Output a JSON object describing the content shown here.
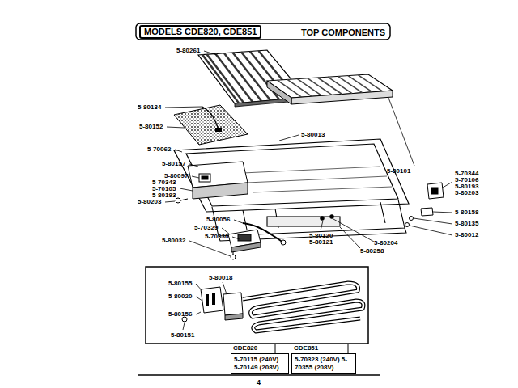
{
  "diagram": {
    "title": "MODELS CDE820, CDE851",
    "nodes": [
      {
        "text": [
          "CDE820",
          "5-70115 (240V) 5-70149 (208V)"
        ]
      },
      {
        "text": [
          "CDE851",
          "5-70323 (240V) 5-70355 (208V)"
        ]
      }
    ],
    "labels": [
      "TOP COMPONENTS",
      "5-80261",
      "5-80134",
      "5-80101",
      "5-80152",
      "5-80013",
      "5-70062",
      "5-80157",
      "5-80097",
      "5-70343",
      "5-70105",
      "5-80193",
      "5-80203",
      "5-70344",
      "5-70106",
      "5-80193",
      "5-80203",
      "5-80158",
      "5-80056",
      "5-80135",
      "5-70329",
      "5-80012",
      "5-70330",
      "5-80032",
      "5-80120",
      "5-80121",
      "5-80204",
      "5-80258",
      "5-80155",
      "5-80018",
      "5-80020",
      "5-80156",
      "5-80151",
      "4"
    ]
  }
}
